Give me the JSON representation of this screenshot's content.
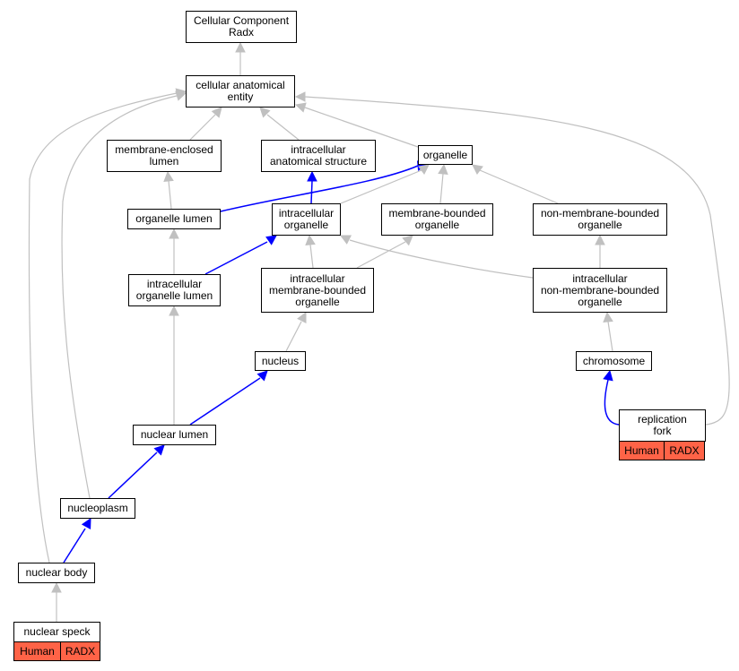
{
  "colors": {
    "gray_edge": "#c0c0c0",
    "blue_edge": "#0000ff",
    "tag_fill": "#ff6347"
  },
  "nodes": {
    "root": "Cellular Component\nRadx",
    "cae": "cellular anatomical\nentity",
    "mel": "membrane-enclosed\nlumen",
    "ias": "intracellular\nanatomical structure",
    "org": "organelle",
    "orgl": "organelle lumen",
    "io": "intracellular\norganelle",
    "mbo": "membrane-bounded\norganelle",
    "nmbo": "non-membrane-bounded\norganelle",
    "iol": "intracellular\norganelle lumen",
    "imbo": "intracellular\nmembrane-bounded\norganelle",
    "inmbo": "intracellular\nnon-membrane-bounded\norganelle",
    "nuc": "nucleus",
    "chr": "chromosome",
    "rf": "replication\nfork",
    "nl": "nuclear lumen",
    "np": "nucleoplasm",
    "nb": "nuclear body",
    "ns": "nuclear speck"
  },
  "tags": {
    "rf": {
      "species": "Human",
      "gene": "RADX"
    },
    "ns": {
      "species": "Human",
      "gene": "RADX"
    }
  }
}
